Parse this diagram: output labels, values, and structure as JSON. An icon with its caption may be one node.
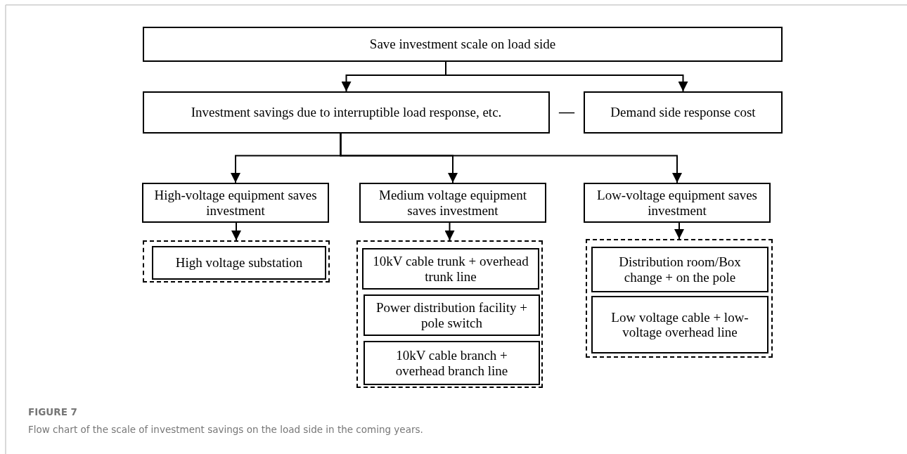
{
  "diagram": {
    "caption": "Flow chart of the scale of investment savings on the load side in the coming years.",
    "nodes": [
      {
        "text": [
          "Save investment scale on load side"
        ]
      },
      {
        "text": [
          "Investment savings due to interruptible load response, etc."
        ]
      },
      {
        "text": [
          "Demand side response cost"
        ]
      },
      {
        "text": [
          "High-voltage equipment saves investment"
        ]
      },
      {
        "text": [
          "Medium voltage equipment saves investment"
        ]
      },
      {
        "text": [
          "Low-voltage equipment saves investment"
        ]
      },
      {
        "text": [],
        "shape": "box"
      },
      {
        "text": [
          "High voltage substation"
        ],
        "in": 6
      },
      {
        "text": [],
        "shape": "box"
      },
      {
        "text": [
          "10kV cable trunk + overhead trunk line"
        ],
        "in": 8
      },
      {
        "text": [
          "Power distribution facility + pole switch"
        ],
        "in": 8
      },
      {
        "text": [
          "10kV cable branch + overhead branch line"
        ],
        "in": 8
      },
      {
        "text": [],
        "shape": "box"
      },
      {
        "text": [
          "Distribution room/Box change + on the pole"
        ],
        "in": 12
      },
      {
        "text": [
          "Low voltage cable + low-voltage overhead line"
        ],
        "in": 12
      }
    ],
    "edges": [
      {
        "from": 0,
        "to": 1,
        "arrow": "to"
      },
      {
        "from": 0,
        "to": 2,
        "arrow": "to"
      },
      {
        "from": 1,
        "to": 3,
        "arrow": "to"
      },
      {
        "from": 1,
        "to": 4,
        "arrow": "to"
      },
      {
        "from": 1,
        "to": 5,
        "arrow": "to"
      },
      {
        "from": 3,
        "to": 6,
        "arrow": "to"
      },
      {
        "from": 4,
        "to": 8,
        "arrow": "to"
      },
      {
        "from": 5,
        "to": 12,
        "arrow": "to"
      }
    ],
    "labels": [
      "—",
      "FIGURE 7"
    ]
  }
}
